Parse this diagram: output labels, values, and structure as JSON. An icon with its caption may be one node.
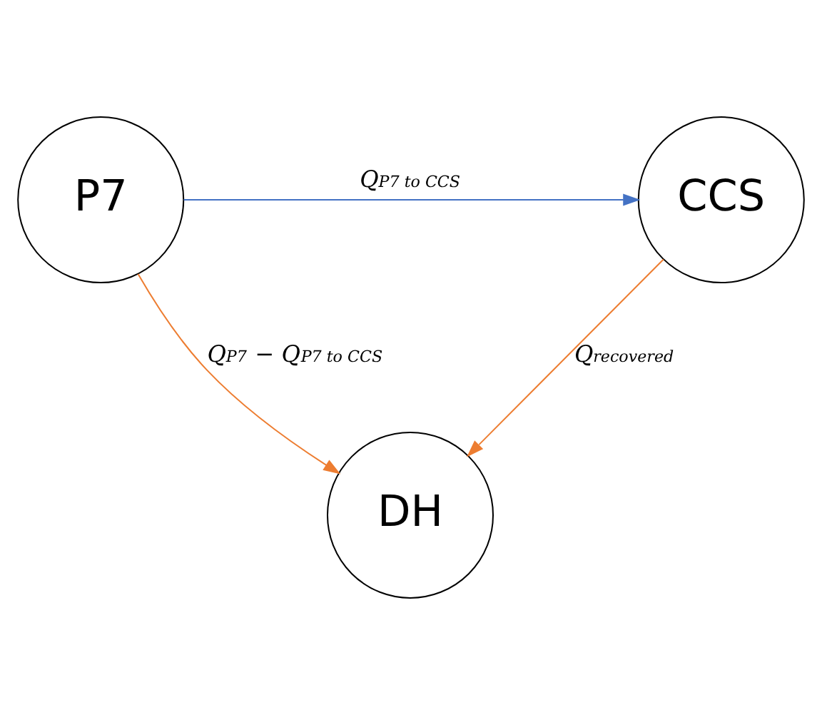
{
  "diagram": {
    "nodes": [
      {
        "text": [
          "P7"
        ]
      },
      {
        "text": [
          "CCS"
        ]
      },
      {
        "text": [
          "DH"
        ]
      }
    ],
    "edges": [
      {
        "from": 0,
        "to": 1,
        "arrow": "to",
        "label": "Q$_{P7 to CCS}$",
        "color": "#4472c4"
      },
      {
        "from": 0,
        "to": 2,
        "arrow": "to",
        "label": "Q$_{P7}$ − Q$_{P7 to CCS}$",
        "color": "#ed7d31"
      },
      {
        "from": 1,
        "to": 2,
        "arrow": "to",
        "label": "Q$_{recovered}$",
        "color": "#ed7d31"
      }
    ]
  }
}
